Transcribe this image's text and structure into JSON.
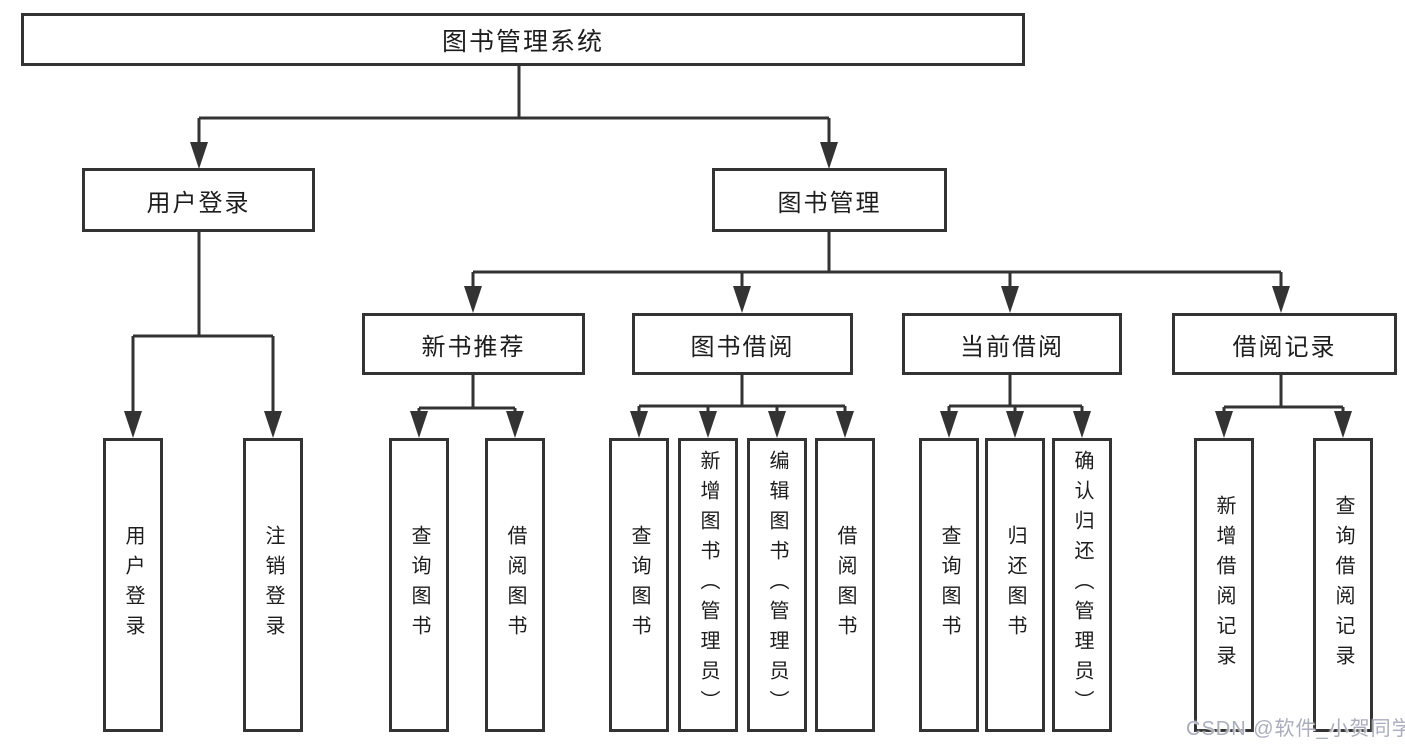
{
  "diagram": {
    "root": {
      "label": "图书管理系统"
    },
    "level2": {
      "user_login": {
        "label": "用户登录"
      },
      "book_mgmt": {
        "label": "图书管理"
      }
    },
    "level3": {
      "new_book": {
        "label": "新书推荐"
      },
      "borrow": {
        "label": "图书借阅"
      },
      "current": {
        "label": "当前借阅"
      },
      "record": {
        "label": "借阅记录"
      }
    },
    "level4": {
      "user_login_1": {
        "label": "用户登录"
      },
      "user_login_2": {
        "label": "注销登录"
      },
      "new_book_1": {
        "label": "查询图书"
      },
      "new_book_2": {
        "label": "借阅图书"
      },
      "borrow_1": {
        "label": "查询图书"
      },
      "borrow_2": {
        "label": "新增图书（管理员）"
      },
      "borrow_3": {
        "label": "编辑图书（管理员）"
      },
      "borrow_4": {
        "label": "借阅图书"
      },
      "current_1": {
        "label": "查询图书"
      },
      "current_2": {
        "label": "归还图书"
      },
      "current_3": {
        "label": "确认归还（管理员）"
      },
      "record_1": {
        "label": "新增借阅记录"
      },
      "record_2": {
        "label": "查询借阅记录"
      }
    },
    "edges": [
      {
        "from": "图书管理系统",
        "to": "用户登录"
      },
      {
        "from": "图书管理系统",
        "to": "图书管理"
      },
      {
        "from": "用户登录",
        "to": "用户登录"
      },
      {
        "from": "用户登录",
        "to": "注销登录"
      },
      {
        "from": "图书管理",
        "to": "新书推荐"
      },
      {
        "from": "图书管理",
        "to": "图书借阅"
      },
      {
        "from": "图书管理",
        "to": "当前借阅"
      },
      {
        "from": "图书管理",
        "to": "借阅记录"
      },
      {
        "from": "新书推荐",
        "to": "查询图书"
      },
      {
        "from": "新书推荐",
        "to": "借阅图书"
      },
      {
        "from": "图书借阅",
        "to": "查询图书"
      },
      {
        "from": "图书借阅",
        "to": "新增图书（管理员）"
      },
      {
        "from": "图书借阅",
        "to": "编辑图书（管理员）"
      },
      {
        "from": "图书借阅",
        "to": "借阅图书"
      },
      {
        "from": "当前借阅",
        "to": "查询图书"
      },
      {
        "from": "当前借阅",
        "to": "归还图书"
      },
      {
        "from": "当前借阅",
        "to": "确认归还（管理员）"
      },
      {
        "from": "借阅记录",
        "to": "新增借阅记录"
      },
      {
        "from": "借阅记录",
        "to": "查询借阅记录"
      }
    ]
  },
  "watermark": {
    "text": "CSDN @软件_小贺同学"
  },
  "colors": {
    "line": "#333333",
    "text": "#1d1d1d",
    "background": "#ffffff",
    "watermark": "#aaadbc"
  }
}
